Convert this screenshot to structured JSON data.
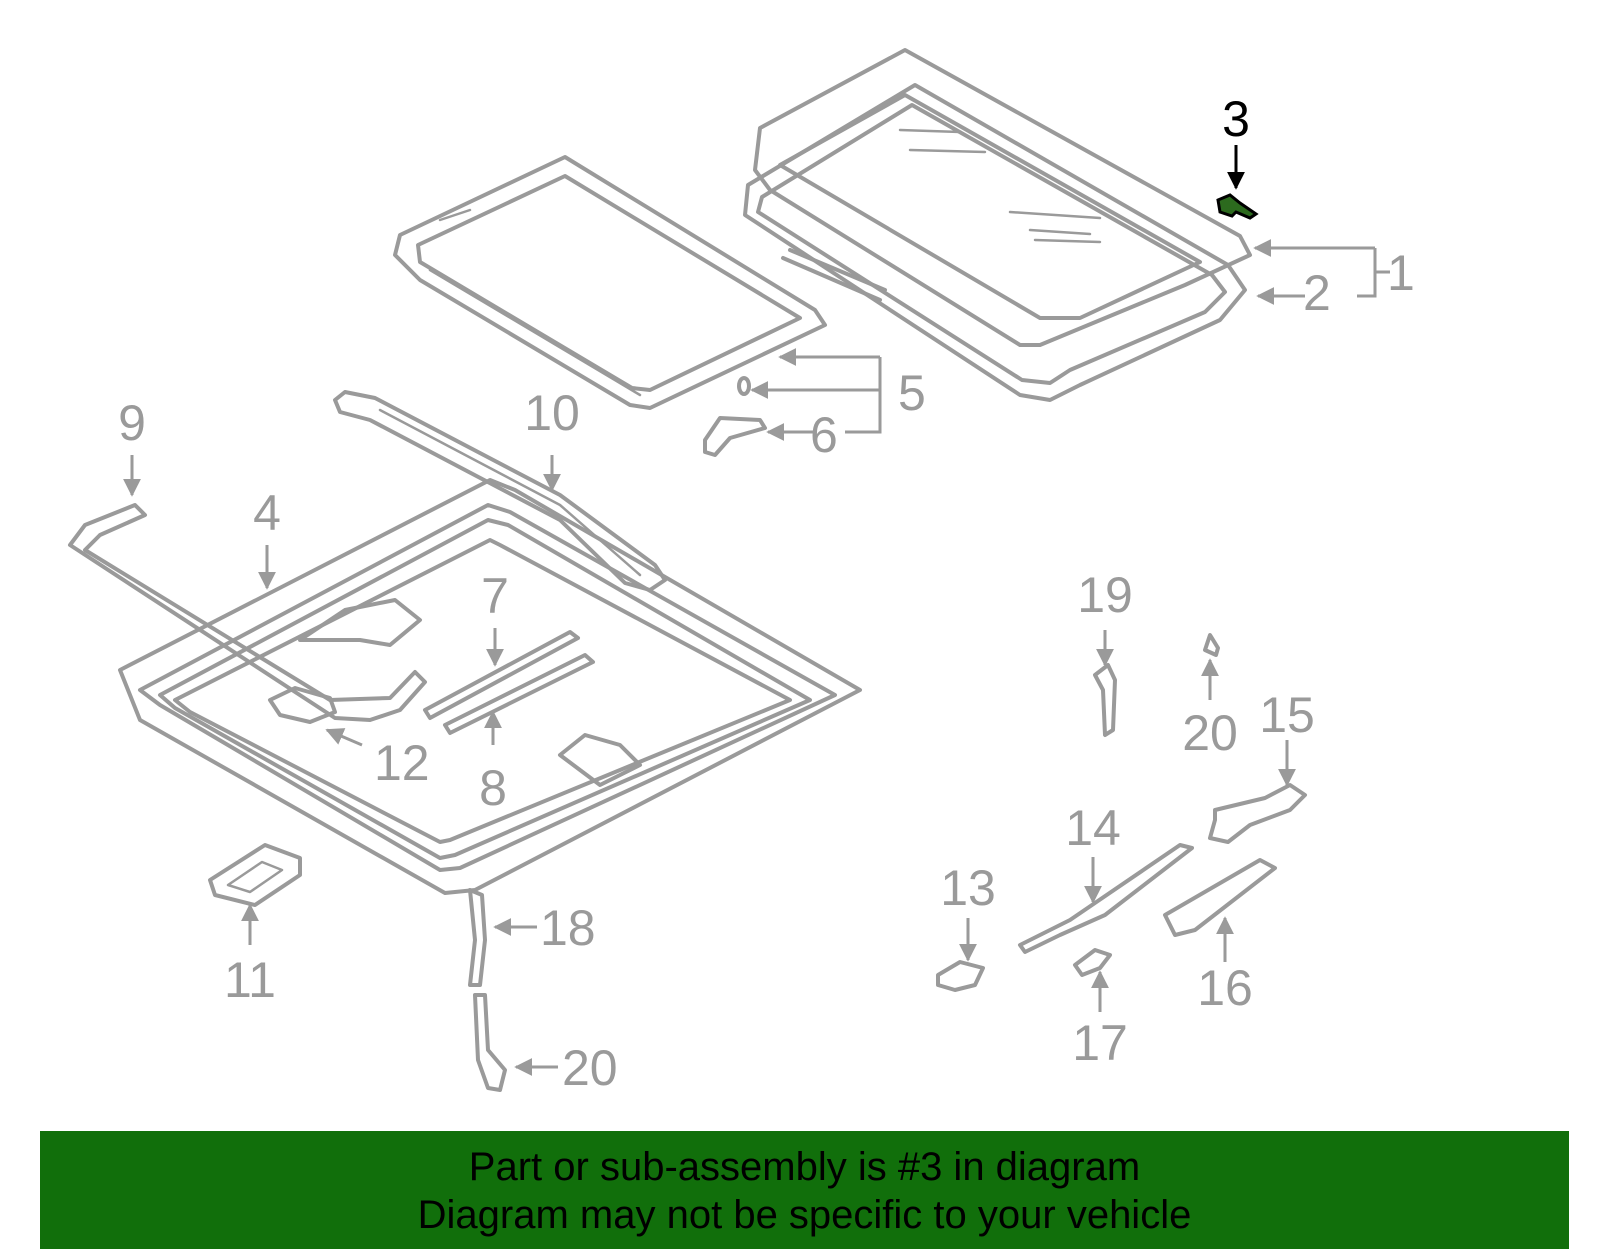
{
  "diagram": {
    "highlighted_callout": "3",
    "callouts": {
      "c1": "1",
      "c2": "2",
      "c3": "3",
      "c4": "4",
      "c5": "5",
      "c6": "6",
      "c7": "7",
      "c8": "8",
      "c9": "9",
      "c10": "10",
      "c11": "11",
      "c12": "12",
      "c13": "13",
      "c14": "14",
      "c15": "15",
      "c16": "16",
      "c17": "17",
      "c18": "18",
      "c19": "19",
      "c20a": "20",
      "c20b": "20"
    },
    "colors": {
      "line": "#9a9a9a",
      "highlight": "#000000",
      "part_highlight": "#1a7a10"
    }
  },
  "banner": {
    "line1": "Part or sub-assembly is #3 in diagram",
    "line2": "Diagram may not be specific to your vehicle",
    "background": "#116f0b"
  }
}
